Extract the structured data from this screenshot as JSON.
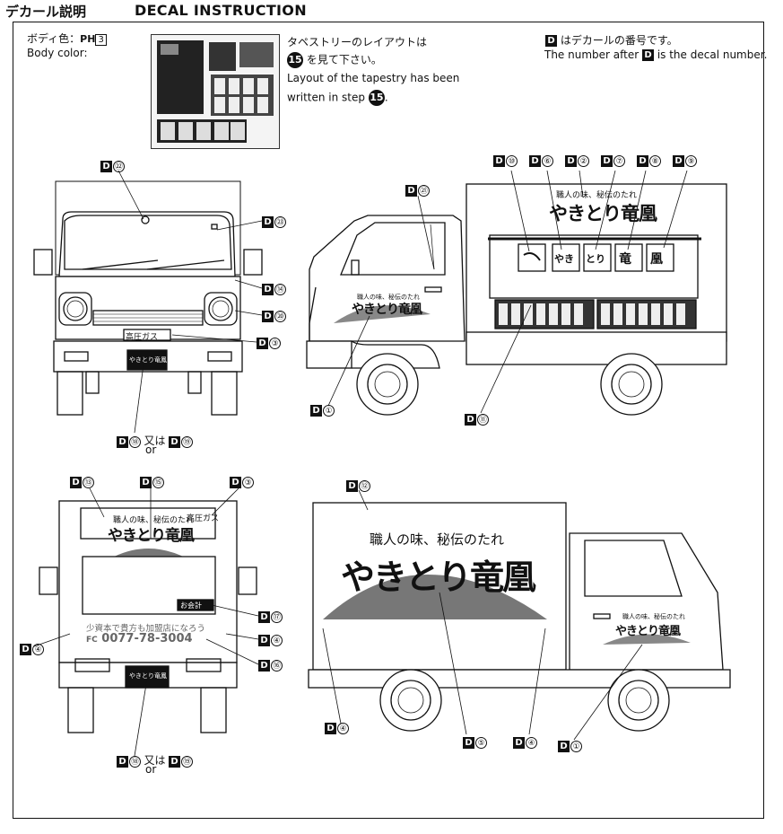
{
  "header": {
    "title_jp": "デカール説明",
    "title_en": "DECAL INSTRUCTION"
  },
  "body_color": {
    "label_jp": "ボディ色：",
    "code_prefix": "PH",
    "code_number": "3",
    "label_en": "Body color:"
  },
  "tapestry_note": {
    "line1_jp": "タペストリーのレイアウトは",
    "step_number": "15",
    "line2_jp": "を見て下さい。",
    "line3_en": "Layout of the tapestry has been",
    "line4_en": "written in step",
    "line4_end": "."
  },
  "decal_note": {
    "d_letter": "D",
    "line1_jp": "はデカールの番号です。",
    "line2_en_a": "The number after",
    "line2_en_b": "is the decal number."
  },
  "truck_text": {
    "front_plate_gas": "高圧ガス",
    "front_plate": "やきとり竜鳳",
    "side_slogan": "職人の味、秘伝のたれ",
    "brand": "やきとり竜凰",
    "curtain_chars": [
      "やき",
      "とり",
      "竜",
      "凰"
    ],
    "rear_pay": "お会計",
    "rear_line1": "少資本で貴方も加盟店になろう",
    "rear_phone_prefix": "FC",
    "rear_phone": "0077-78-3004",
    "rear_plate": "やきとり竜鳳"
  },
  "callouts": {
    "front": {
      "d22": "㉒",
      "d23": "㉓",
      "d14": "⑭",
      "d20": "⑳",
      "d3": "③",
      "d18": "⑱",
      "d19": "⑲",
      "or_jp": "又は",
      "or_en": "or"
    },
    "side_right": {
      "d21": "㉑",
      "d10": "⑩",
      "d6": "⑥",
      "d2": "②",
      "d7": "⑦",
      "d8": "⑧",
      "d9": "⑨",
      "d1": "①",
      "d11": "⑪"
    },
    "rear": {
      "d13": "⑬",
      "d15": "⑮",
      "d3": "③",
      "d4l": "④",
      "d17": "⑰",
      "d4r": "④",
      "d16": "⑯",
      "d18": "⑱",
      "d19": "⑲",
      "or_jp": "又は",
      "or_en": "or"
    },
    "side_left": {
      "d12": "⑫",
      "d4a": "④",
      "d5": "⑤",
      "d4b": "④",
      "d1": "①"
    }
  }
}
